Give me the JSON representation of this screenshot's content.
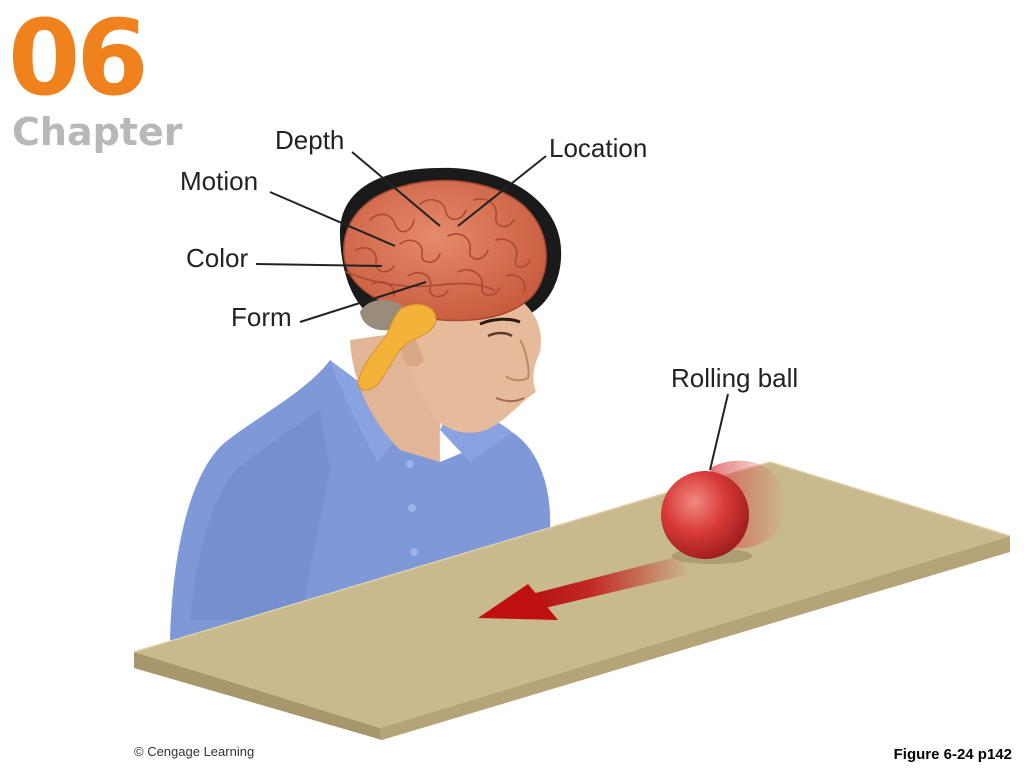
{
  "header": {
    "chapter_number": "06",
    "chapter_word": "Chapter"
  },
  "labels": {
    "depth": "Depth",
    "location": "Location",
    "motion": "Motion",
    "color": "Color",
    "form": "Form",
    "rolling_ball": "Rolling ball"
  },
  "footer": {
    "copyright": "© Cengage Learning",
    "figure_ref": "Figure 6-24 p142"
  },
  "colors": {
    "chapter_orange": "#f0821e",
    "chapter_gray": "#b8b8b8",
    "brain": "#d9775a",
    "shirt": "#7f98d8",
    "table": "#c9b98e",
    "ball": "#d83a3a",
    "arrow": "#c01818"
  }
}
